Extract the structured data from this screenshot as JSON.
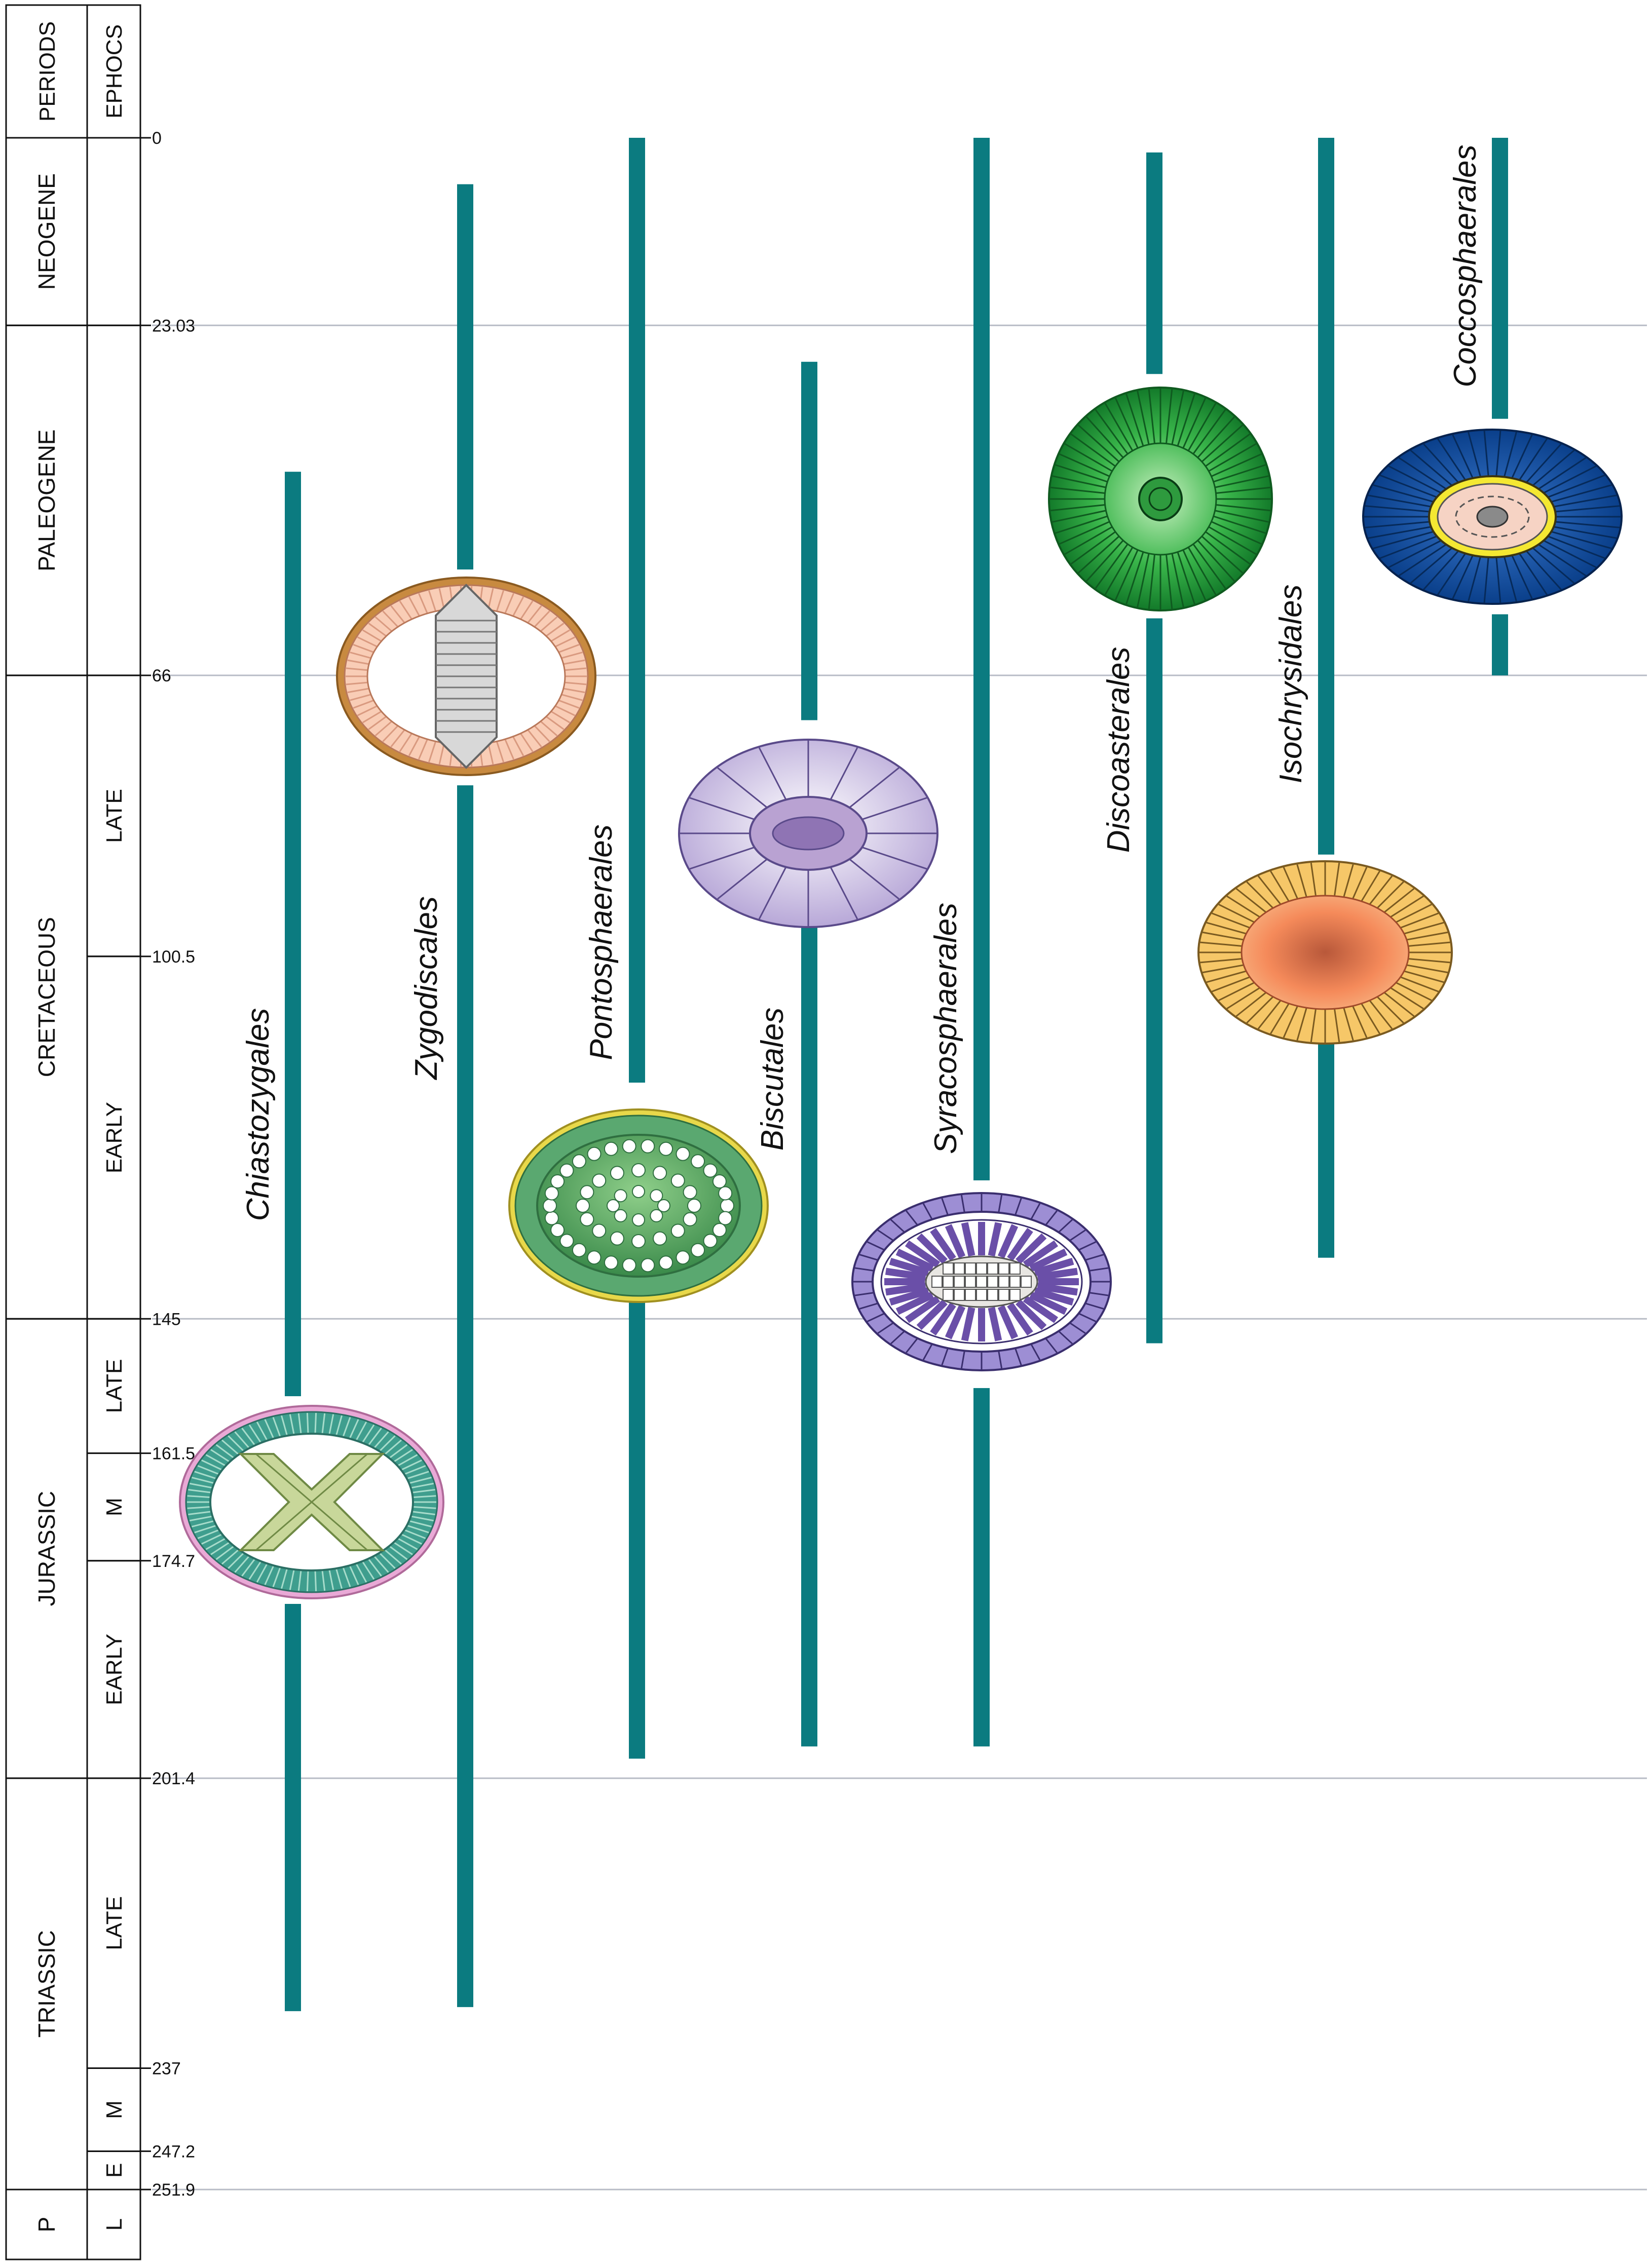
{
  "headers": {
    "periods": "PERIODS",
    "epochs": "EPHOCS"
  },
  "colors": {
    "bar": "#0b7b80",
    "gridline": "#b8bcc6",
    "column_border": "#111111"
  },
  "time_scale": {
    "unit": "Ma",
    "min": 0,
    "max": 251.9,
    "ticks": [
      {
        "value": 0,
        "label": "0",
        "gridline": false
      },
      {
        "value": 23.03,
        "label": "23.03",
        "gridline": true
      },
      {
        "value": 66,
        "label": "66",
        "gridline": true
      },
      {
        "value": 100.5,
        "label": "100.5",
        "gridline": false
      },
      {
        "value": 145,
        "label": "145",
        "gridline": true
      },
      {
        "value": 161.5,
        "label": "161.5",
        "gridline": false
      },
      {
        "value": 174.7,
        "label": "174.7",
        "gridline": false
      },
      {
        "value": 201.4,
        "label": "201.4",
        "gridline": true
      },
      {
        "value": 237,
        "label": "237",
        "gridline": false
      },
      {
        "value": 247.2,
        "label": "247.2",
        "gridline": false
      },
      {
        "value": 251.9,
        "label": "251.9",
        "gridline": true
      }
    ]
  },
  "periods": [
    {
      "label": "NEOGENE",
      "start": 0,
      "end": 23.03
    },
    {
      "label": "PALEOGENE",
      "start": 23.03,
      "end": 66
    },
    {
      "label": "CRETACEOUS",
      "start": 66,
      "end": 145
    },
    {
      "label": "JURASSIC",
      "start": 145,
      "end": 201.4
    },
    {
      "label": "TRIASSIC",
      "start": 201.4,
      "end": 251.9
    },
    {
      "label": "P",
      "start": 251.9,
      "end": 262
    }
  ],
  "epochs": [
    {
      "label": "",
      "start": 0,
      "end": 23.03
    },
    {
      "label": "",
      "start": 23.03,
      "end": 66
    },
    {
      "label": "LATE",
      "start": 66,
      "end": 100.5
    },
    {
      "label": "EARLY",
      "start": 100.5,
      "end": 145
    },
    {
      "label": "LATE",
      "start": 145,
      "end": 161.5
    },
    {
      "label": "M",
      "start": 161.5,
      "end": 174.7
    },
    {
      "label": "EARLY",
      "start": 174.7,
      "end": 201.4
    },
    {
      "label": "LATE",
      "start": 201.4,
      "end": 237
    },
    {
      "label": "M",
      "start": 237,
      "end": 247.2
    },
    {
      "label": "E",
      "start": 247.2,
      "end": 251.9
    },
    {
      "label": "L",
      "start": 251.9,
      "end": 262
    }
  ],
  "chart_data": {
    "type": "range-bar",
    "y_axis": {
      "reversed": true,
      "range": [
        0,
        262
      ],
      "unit": "Ma"
    },
    "series": [
      {
        "name": "Chiastozygales",
        "segments": [
          [
            41,
            154.5
          ],
          [
            180,
            230
          ]
        ],
        "icon": "chiastozygales-coccolith-icon"
      },
      {
        "name": "Zygodiscales",
        "segments": [
          [
            5.7,
            53
          ],
          [
            79.5,
            229.5
          ]
        ],
        "icon": "zygodiscales-coccolith-icon"
      },
      {
        "name": "Pontosphaerales",
        "segments": [
          [
            0,
            116
          ],
          [
            142,
            199
          ]
        ],
        "icon": "pontosphaerales-coccolith-icon"
      },
      {
        "name": "Biscutales",
        "segments": [
          [
            27.5,
            71.5
          ],
          [
            97,
            197.5
          ]
        ],
        "icon": "biscutales-coccolith-icon"
      },
      {
        "name": "Syracosphaerales",
        "segments": [
          [
            0,
            128
          ],
          [
            153.5,
            197.5
          ]
        ],
        "icon": "syracosphaerales-coccolith-icon"
      },
      {
        "name": "Discoasterales",
        "segments": [
          [
            1.8,
            29
          ],
          [
            59,
            148
          ]
        ],
        "icon": "discoasterales-nannolith-icon"
      },
      {
        "name": "Isochrysidales",
        "segments": [
          [
            0,
            88
          ],
          [
            111,
            137.5
          ]
        ],
        "icon": "isochrysidales-coccolith-icon"
      },
      {
        "name": "Coccosphaerales",
        "segments": [
          [
            0,
            34.5
          ],
          [
            58.5,
            66
          ]
        ],
        "icon": "coccosphaerales-coccolith-icon"
      }
    ]
  }
}
